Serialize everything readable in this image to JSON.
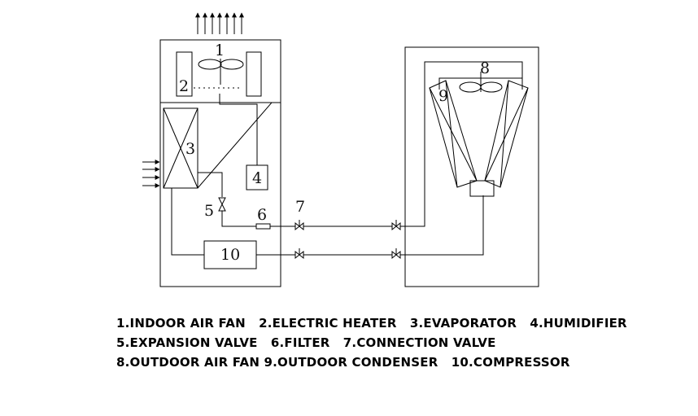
{
  "diagram": {
    "component_numbers": {
      "indoor_air_fan": "1",
      "electric_heater": "2",
      "evaporator": "3",
      "humidifier": "4",
      "expansion_valve": "5",
      "filter": "6",
      "connection_valve": "7",
      "outdoor_air_fan": "8",
      "outdoor_condenser": "9",
      "compressor": "10"
    }
  },
  "legend": {
    "line_1": "1.INDOOR AIR FAN   2.ELECTRIC HEATER   3.EVAPORATOR   4.HUMIDIFIER",
    "line_2": "5.EXPANSION VALVE   6.FILTER   7.CONNECTION VALVE",
    "line_3": "8.OUTDOOR AIR FAN 9.OUTDOOR CONDENSER   10.COMPRESSOR"
  }
}
